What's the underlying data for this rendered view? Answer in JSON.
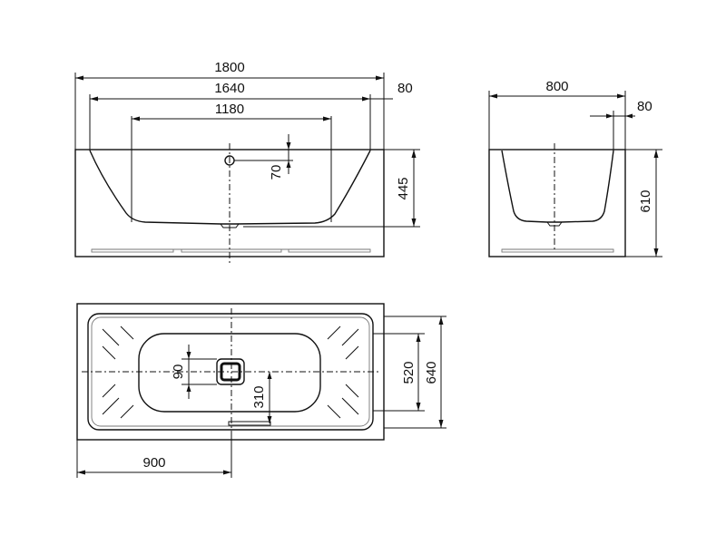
{
  "front_view": {
    "overall_length": "1800",
    "inner_top_length": "1640",
    "inner_bottom_length": "1180",
    "rim_width": "80",
    "overflow_offset": "70",
    "depth": "445"
  },
  "side_view": {
    "overall_width": "800",
    "rim_width": "80",
    "height": "610"
  },
  "plan_view": {
    "drain_size": "90",
    "drain_offset": "310",
    "inner_width": "520",
    "outer_width": "640",
    "drain_position": "900"
  }
}
